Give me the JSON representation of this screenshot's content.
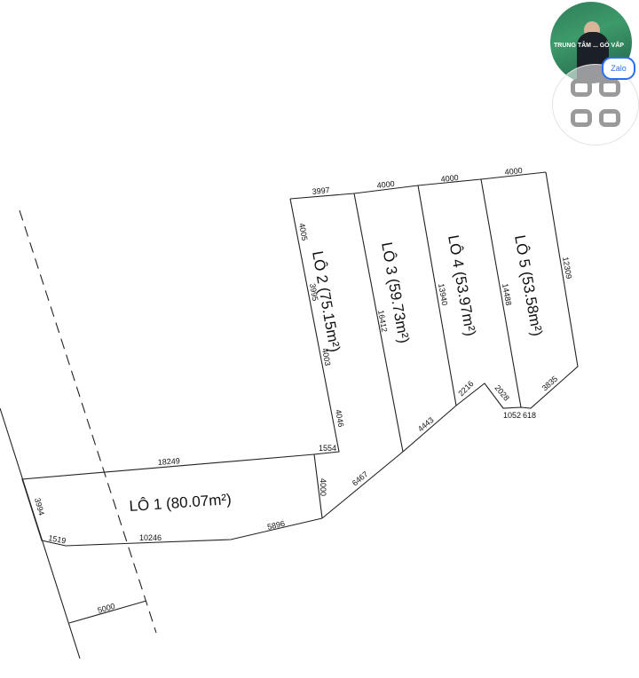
{
  "lots": [
    {
      "label": "LÔ 1 (80.07m²)"
    },
    {
      "label": "LÔ 2 (75.15m²)"
    },
    {
      "label": "LÔ 3 (59.73m²)"
    },
    {
      "label": "LÔ 4 (53.97m²)"
    },
    {
      "label": "LÔ 5 (53.58m²)"
    }
  ],
  "dimensions": {
    "top": [
      "3997",
      "4000",
      "4000",
      "4000"
    ],
    "lot2_left": [
      "4005",
      "3995",
      "4003",
      "4046"
    ],
    "lot3_divider": "16412",
    "lot4_divider": "13940",
    "lot5_divider": "14488",
    "lot5_right": "12309",
    "lot5_bottom": "3835",
    "notch": [
      "618",
      "1052",
      "2028",
      "2216"
    ],
    "bottom_diag": [
      "4443",
      "6467"
    ],
    "lot2_bottom": "1554",
    "lot1_right": "4000",
    "lot1_top": "18249",
    "lot1_left": "3994",
    "lot1_bottom": [
      "1519",
      "10246",
      "5896"
    ],
    "setback": "5000"
  },
  "overlay": {
    "avatar_text": "TRUNG TÂM ... GÒ VẤP",
    "zalo_label": "Zalo",
    "icons": [
      "avatar-icon",
      "zalo-icon",
      "grid-menu-icon"
    ]
  }
}
